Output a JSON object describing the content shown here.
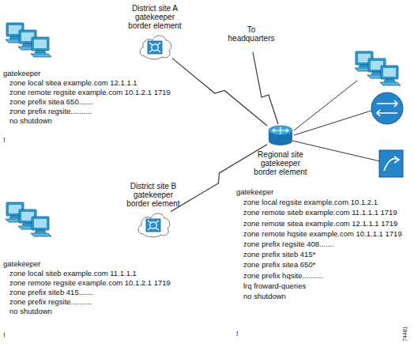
{
  "diagram": {
    "nodes": [
      {
        "text": [
          "District site A gatekeeper border element"
        ]
      },
      {
        "text": [
          "Regional site gatekeeper border element"
        ]
      },
      {
        "text": [
          "District site B gatekeeper border element"
        ]
      }
    ],
    "edges": [
      {
        "from": 0,
        "to": 1,
        "arrow": "none"
      },
      {
        "from": 2,
        "to": 1,
        "arrow": "none"
      }
    ],
    "labels": [
      "To headquarters",
      "gatekeeper",
      "zone local sitea example.com 12.1.1.1",
      "zone remote regsite example.com 10.1.2.1 1719",
      "zone prefix sitea 650.......",
      "zone prefix regsite..........",
      "no shutdown",
      "!",
      "gatekeeper",
      "zone local siteb example.com 11.1.1.1",
      "zone remote regsite example.com 10.1.2.1 1719",
      "zone prefix siteb 415.......",
      "zone prefix regsite..........",
      "no shutdown",
      "!",
      "gatekeeper",
      "zone local regsite example.com 10.1.2.1",
      "zone remote siteb example.com 11.1.1.1 1719",
      "zone remote sitea example.com 12.1.1.1 1719",
      "zone remote hqsite example.com 10.1.1.1 1719",
      "zone prefix regsite 408.......",
      "zone prefix siteb 415*",
      "zone prefix sitea 650*",
      "zone prefix hqsite..........",
      "lrq froward-queries",
      "no shutdown",
      "!",
      "74481"
    ]
  }
}
